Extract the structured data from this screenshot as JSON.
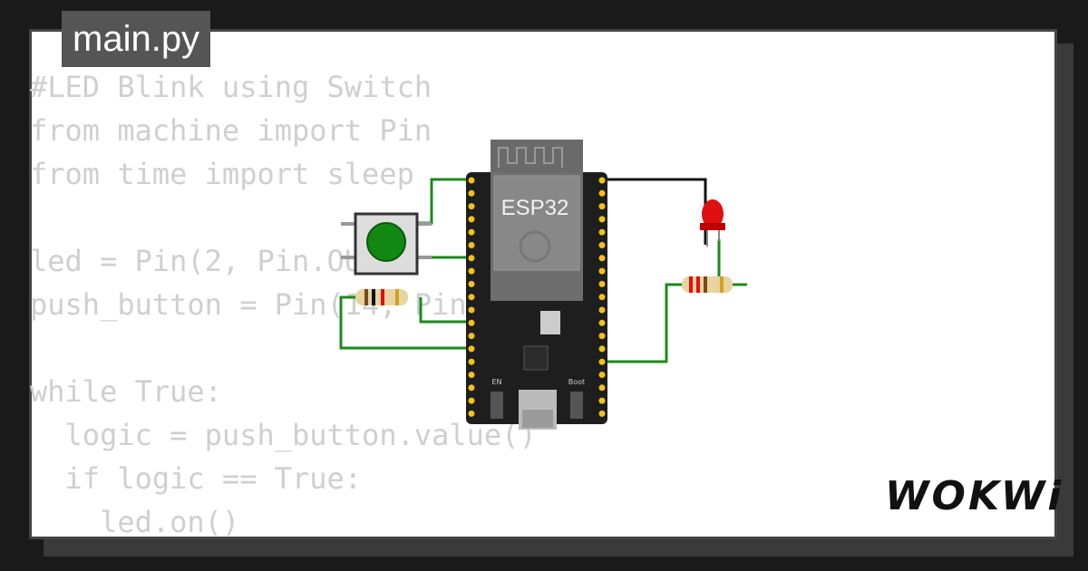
{
  "tab": {
    "filename": "main.py"
  },
  "code_lines": [
    "#LED Blink using Switch",
    "from machine import Pin",
    "from time import sleep",
    "",
    "led = Pin(2, Pin.OUT)",
    "push_button = Pin(14, Pin.IN)",
    "",
    "while True:",
    "  logic = push_button.value()",
    "  if logic == True:",
    "    led.on()"
  ],
  "board": {
    "chip_label": "ESP32",
    "en_label": "EN",
    "boot_label": "Boot"
  },
  "brand": {
    "logo_text": "WOKWi"
  },
  "colors": {
    "wire_green": "#1b8a1b",
    "wire_black": "#111111",
    "board": "#1e1e1e",
    "led_red": "#e01010",
    "button_green": "#118811"
  }
}
